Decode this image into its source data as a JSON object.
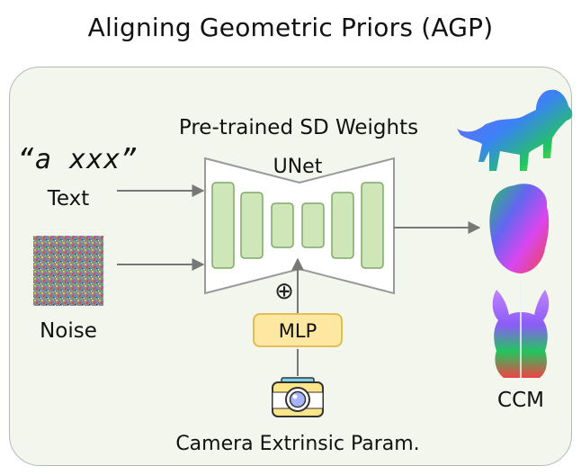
{
  "title": "Aligning Geometric Priors (AGP)",
  "diagram": {
    "weights_label": "Pre-trained SD Weights",
    "unet_label": "UNet",
    "prompt_text": "“a xxx”",
    "text_label": "Text",
    "noise_label": "Noise",
    "mlp_label": "MLP",
    "add_symbol": "⊕",
    "camera_label": "Camera Extrinsic Param.",
    "output_label": "CCM"
  },
  "colors": {
    "panel_bg": "#f2f6ec",
    "unet_block": "#cfe6b8",
    "mlp_fill": "#fde7a1",
    "arrow": "#777777"
  },
  "icons": [
    "camera-icon",
    "noise-image",
    "dog-shape",
    "head-shape",
    "rabbit-shape"
  ]
}
